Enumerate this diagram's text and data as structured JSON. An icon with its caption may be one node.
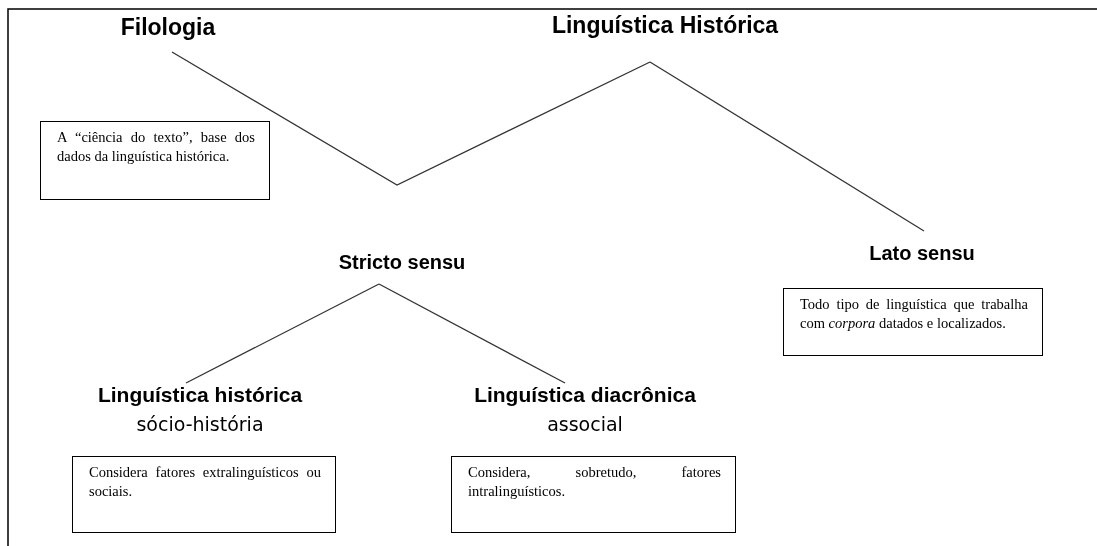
{
  "diagram": {
    "nodes": [
      {
        "text": [
          "Filologia"
        ]
      },
      {
        "text": [
          "Linguística Histórica"
        ]
      },
      {
        "text": [
          "A “ciência do texto”, base dos dados da linguística histórica."
        ]
      },
      {
        "text": [
          "Stricto sensu"
        ]
      },
      {
        "text": [
          "Lato sensu"
        ]
      },
      {
        "text": [
          "Todo tipo de linguística que trabalha com *corpora* datados e localizados."
        ]
      },
      {
        "text": [
          "Linguística histórica",
          "sócio-história"
        ]
      },
      {
        "text": [
          "Linguística diacrônica",
          "associal"
        ]
      },
      {
        "text": [
          "Considera fatores extralinguísticos ou sociais."
        ]
      },
      {
        "text": [
          "Considera, sobretudo, fatores intralinguísticos."
        ]
      }
    ],
    "edges": [
      {
        "from": 0,
        "to": 1,
        "arrow": "none"
      },
      {
        "from": 1,
        "to": 4,
        "arrow": "none"
      },
      {
        "from": 3,
        "to": 6,
        "arrow": "none"
      },
      {
        "from": 3,
        "to": 7,
        "arrow": "none"
      }
    ]
  }
}
